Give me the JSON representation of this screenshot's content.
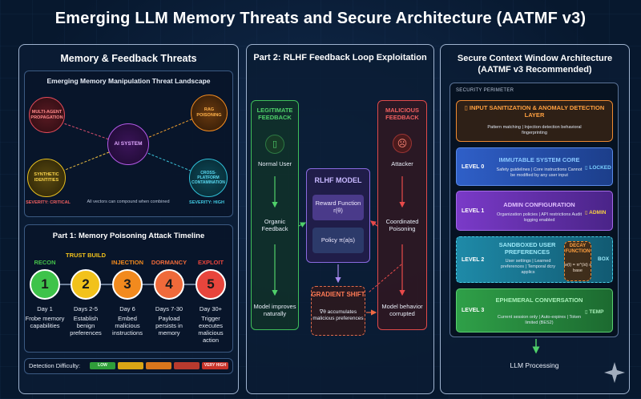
{
  "title": "Emerging LLM Memory Threats and Secure Architecture (AATMF v3)",
  "left": {
    "heading": "Memory & Feedback Threats",
    "landscape": {
      "heading": "Emerging Memory Manipulation Threat Landscape",
      "center": "AI SYSTEM",
      "nodes": {
        "multi_agent": "MULTI-AGENT PROPAGATION",
        "rag": "RAG POISONING",
        "synthetic": "SYNTHETIC IDENTITIES",
        "cross_platform": "CROSS-PLATFORM CONTAMINATION"
      },
      "severity_left": "SEVERITY: CRITICAL",
      "severity_right": "SEVERITY: HIGH",
      "note": "All vectors can compound when combined"
    },
    "timeline": {
      "heading": "Part 1: Memory Poisoning Attack Timeline",
      "stages": [
        {
          "label": "RECON",
          "num": "1",
          "when": "Day 1",
          "desc": "Frobe memory capabilities",
          "color": "#3ec34a"
        },
        {
          "label": "TRUST BUILD",
          "num": "2",
          "when": "Days 2-5",
          "desc": "Establish benign preferences",
          "color": "#f2c21b"
        },
        {
          "label": "INJECTION",
          "num": "3",
          "when": "Day 6",
          "desc": "Embed malicious instructions",
          "color": "#f28a1e"
        },
        {
          "label": "DORMANCY",
          "num": "4",
          "when": "Days 7-30",
          "desc": "Payload persists in memory",
          "color": "#ef6a3a"
        },
        {
          "label": "EXPLOIT",
          "num": "5",
          "when": "Day 30+",
          "desc": "Trigger executes malicious action",
          "color": "#e8453c"
        }
      ],
      "difficulty_label": "Detection Difficulty:",
      "difficulty_low": "LOW",
      "difficulty_high": "VERY HIGH"
    }
  },
  "middle": {
    "heading": "Part 2: RLHF Feedback Loop Exploitation",
    "legit": {
      "title": "LEGITIMATE FEEDBACK",
      "user": "Normal User",
      "step": "Organic Feedback",
      "result": "Model improves naturally"
    },
    "malicious": {
      "title": "MALICIOUS FEEDBACK",
      "user": "Attacker",
      "step": "Coordinated Poisoning",
      "result": "Model behavior corrupted"
    },
    "rlhf": {
      "title": "RLHF MODEL",
      "reward": "Reward Function r(θ)",
      "policy": "Policy π(a|s)"
    },
    "shift": {
      "title": "GRADIENT SHIFT",
      "desc": "∇θ accumulates malicious preferences"
    }
  },
  "right": {
    "heading": "Secure Context Window Architecture (AATMF v3 Recommended)",
    "perimeter": "SECURITY PERIMETER",
    "sanitize": {
      "title": "▯ INPUT SANITIZATION & ANOMALY DETECTION LAYER",
      "desc": "Pattern matching | Injection detection behavioral fingerprinting"
    },
    "levels": [
      {
        "tag": "LEVEL 0",
        "title": "IMMUTABLE SYSTEM CORE",
        "desc": "Safety guidelines | Core instructions Cannot be modified by any user input",
        "badge": "▯ LOCKED"
      },
      {
        "tag": "LEVEL 1",
        "title": "ADMIN CONFIGURATION",
        "desc": "Organization policies | API restrictions Audit logging enabled",
        "badge": "▯ ADMIN"
      },
      {
        "tag": "LEVEL 2",
        "title": "SANDBOXED USER PREFERENCES",
        "desc": "User settings | Learned preferences | Temporal dcry applics",
        "badge": "BOX"
      },
      {
        "tag": "LEVEL 3",
        "title": "EPHEMERAL CONVERSATION",
        "desc": "Current session only | Auto-expires | Token limited (BES2)",
        "badge": "▯ TEMP"
      }
    ],
    "decay": {
      "title": "DECAY FUNCTION",
      "formula": "w(t) = π^(λt) x base"
    },
    "output": "LLM Processing"
  }
}
